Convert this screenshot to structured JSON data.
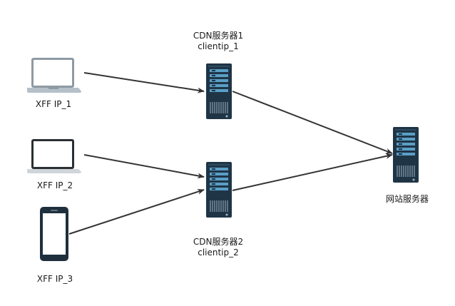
{
  "diagram": {
    "clients": [
      {
        "id": "xff1",
        "label": "XFF IP_1",
        "icon": "laptop-icon"
      },
      {
        "id": "xff2",
        "label": "XFF IP_2",
        "icon": "laptop-open-icon"
      },
      {
        "id": "xff3",
        "label": "XFF IP_3",
        "icon": "smartphone-icon"
      }
    ],
    "cdn": [
      {
        "id": "cdn1",
        "name": "CDN服务器1",
        "client_ip": "clientip_1",
        "icon": "server-icon"
      },
      {
        "id": "cdn2",
        "name": "CDN服务器2",
        "client_ip": "clientip_2",
        "icon": "server-icon"
      }
    ],
    "origin": {
      "id": "web",
      "name": "网站服务器",
      "icon": "server-icon"
    },
    "edges": [
      {
        "from": "xff1",
        "to": "cdn1"
      },
      {
        "from": "xff2",
        "to": "cdn2"
      },
      {
        "from": "xff3",
        "to": "cdn2"
      },
      {
        "from": "cdn1",
        "to": "web"
      },
      {
        "from": "cdn2",
        "to": "web"
      }
    ],
    "colors": {
      "server_body": "#1f3546",
      "server_panel": "#5a9fc6",
      "laptop_frame": "#8e9aa3",
      "phone_frame": "#1f2f3b",
      "edge": "#333333"
    }
  }
}
